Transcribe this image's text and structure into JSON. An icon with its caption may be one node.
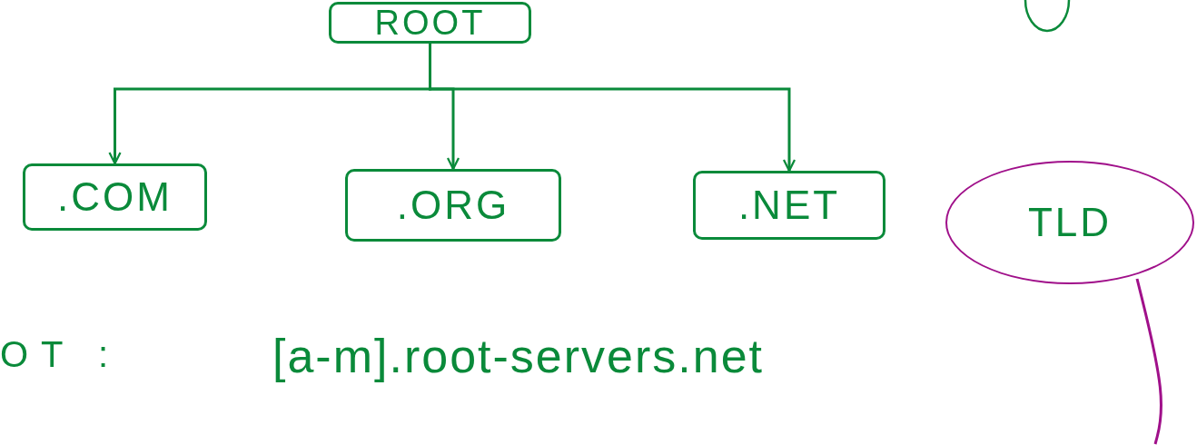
{
  "diagram": {
    "nodes": [
      {
        "text": [
          "ROOT"
        ]
      },
      {
        "text": [
          ".COM"
        ]
      },
      {
        "text": [
          ".ORG"
        ]
      },
      {
        "text": [
          ".NET"
        ]
      },
      {
        "text": [
          "TLD"
        ]
      }
    ],
    "edges": [
      {
        "from": 0,
        "to": 1,
        "arrow": "to"
      },
      {
        "from": 0,
        "to": 2,
        "arrow": "to"
      },
      {
        "from": 0,
        "to": 3,
        "arrow": "to"
      },
      {
        "from": 4,
        "to": null,
        "arrow": "none",
        "color": "#a0108a"
      }
    ],
    "labels": [
      "OT :",
      "[a-m].root-servers.net"
    ]
  }
}
